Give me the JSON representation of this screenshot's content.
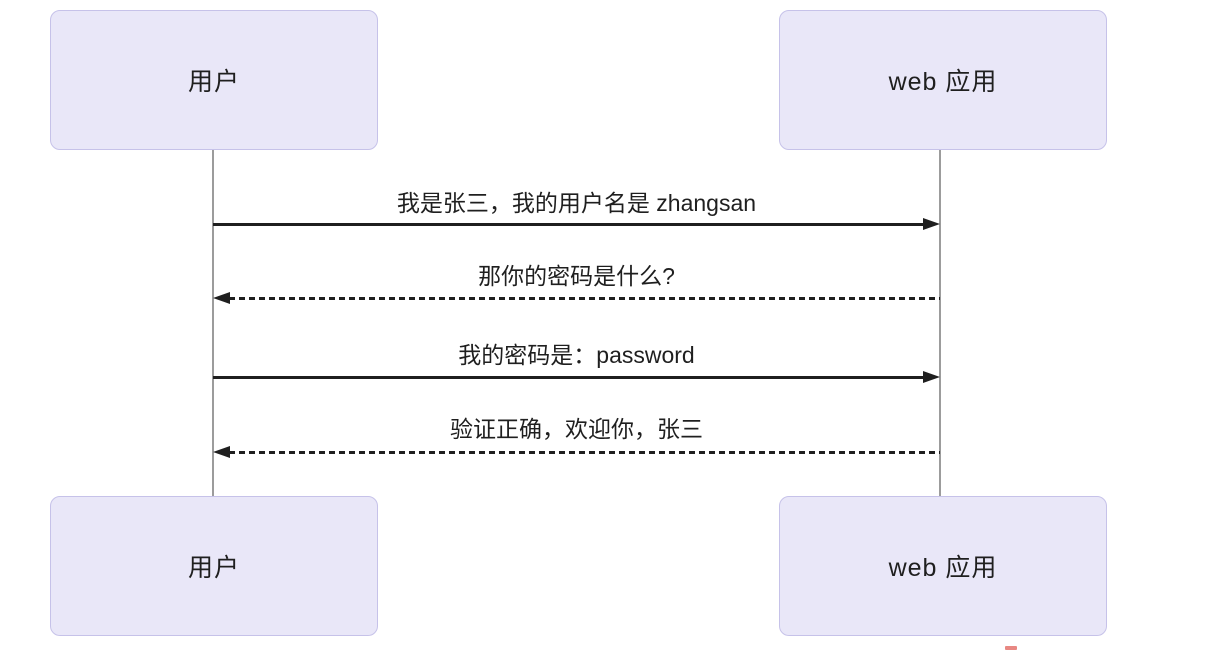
{
  "diagram": {
    "type": "sequence",
    "actors": [
      {
        "id": "user",
        "label": "用户"
      },
      {
        "id": "webapp",
        "label": "web 应用"
      }
    ],
    "messages": [
      {
        "from": "user",
        "to": "webapp",
        "style": "solid",
        "direction": "right",
        "text": "我是张三，我的用户名是 zhangsan"
      },
      {
        "from": "webapp",
        "to": "user",
        "style": "dashed",
        "direction": "left",
        "text": "那你的密码是什么?"
      },
      {
        "from": "user",
        "to": "webapp",
        "style": "solid",
        "direction": "right",
        "text": "我的密码是：password"
      },
      {
        "from": "webapp",
        "to": "user",
        "style": "dashed",
        "direction": "left",
        "text": "验证正确，欢迎你，张三"
      }
    ],
    "colors": {
      "background": "#ffffff",
      "actor_fill": "#e9e7f8",
      "actor_border": "#c6c2e9",
      "lifeline": "#9c9c9c",
      "arrow": "#1f1f1f",
      "text": "#1f1f1f",
      "watermark_red": "#e0605a"
    }
  }
}
